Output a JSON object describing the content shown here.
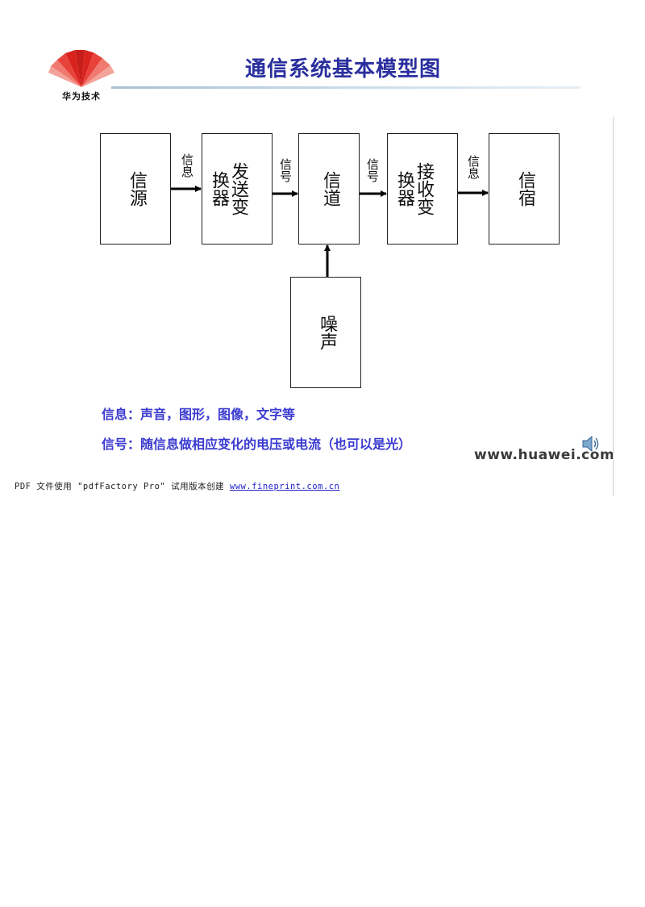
{
  "header": {
    "logo_text": "华为技术",
    "title": "通信系统基本模型图",
    "logo_colors": [
      "#d9231f",
      "#e8423b",
      "#f07a6f"
    ]
  },
  "diagram": {
    "blocks": {
      "source": "信源",
      "transmitter": "发送变换器",
      "channel": "信道",
      "receiver": "接收变换器",
      "sink": "信宿",
      "noise": "噪声"
    },
    "arrow_labels": {
      "source_to_transmitter": "信息",
      "transmitter_to_channel": "信号",
      "channel_to_receiver": "信号",
      "receiver_to_sink": "信息"
    }
  },
  "notes": {
    "line1": "信息：声音，图形，图像，文字等",
    "line2": "信号：随信息做相应变化的电压或电流（也可以是光）",
    "color": "#3a3ad0"
  },
  "branding": {
    "url": "www.huawei.com"
  },
  "footer": {
    "text": "PDF 文件使用 \"pdfFactory Pro\" 试用版本创建",
    "link": "www.fineprint.com.cn"
  }
}
